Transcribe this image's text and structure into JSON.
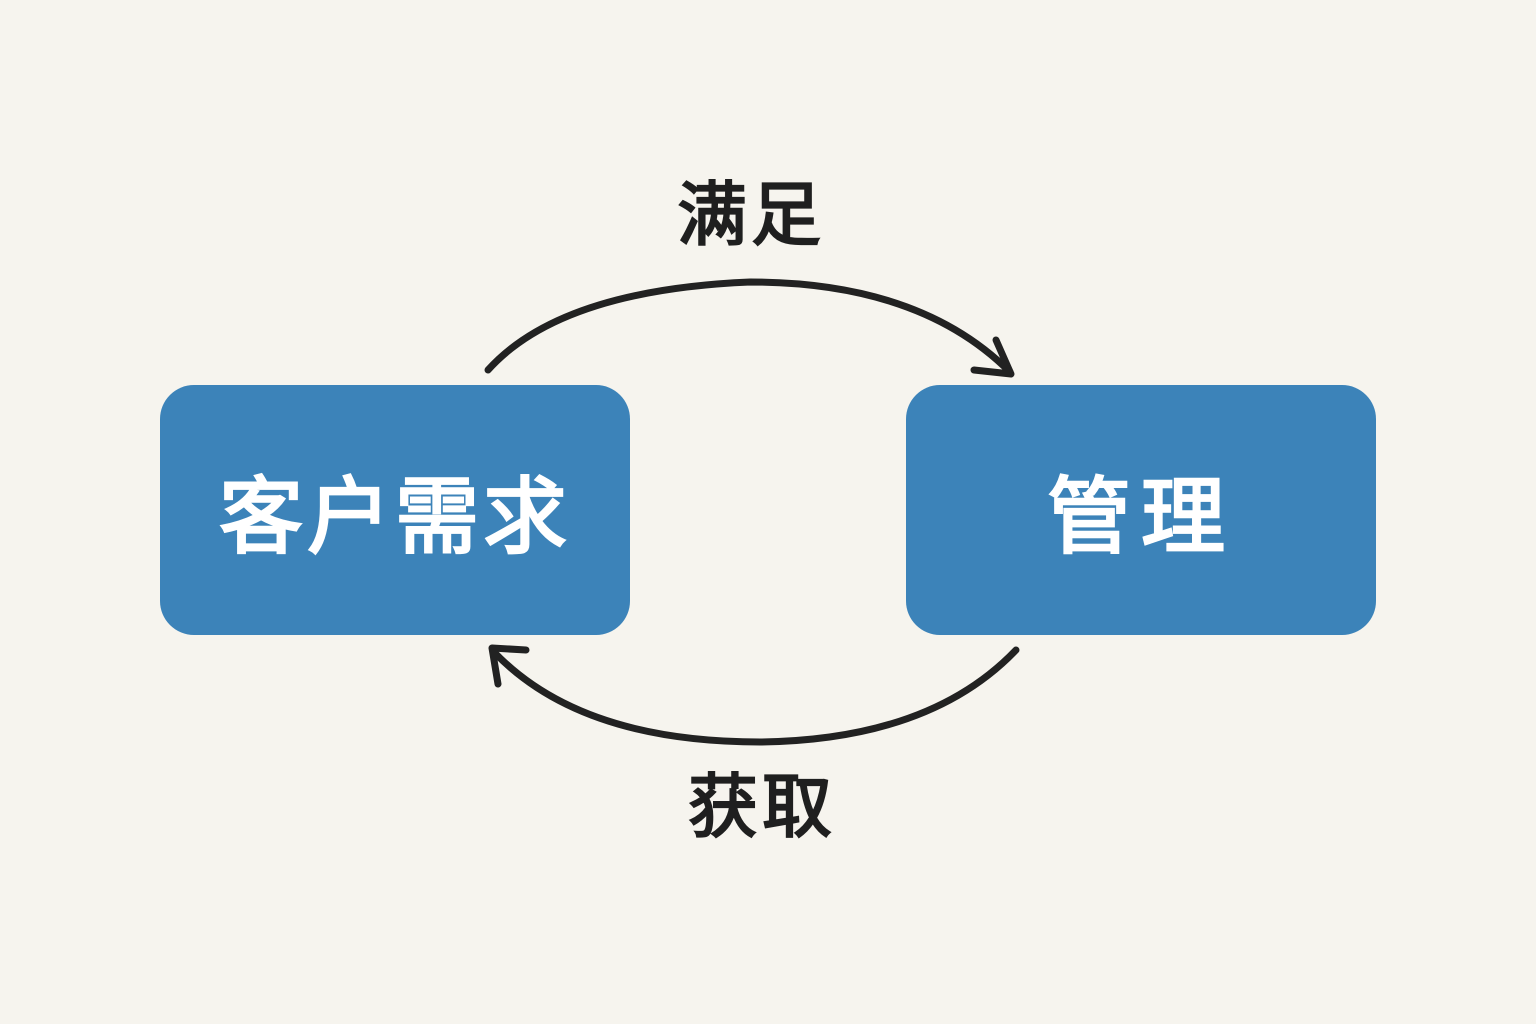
{
  "diagram": {
    "left_box": {
      "text": "客户需求"
    },
    "right_box": {
      "text": "管理"
    },
    "top_label": "满足",
    "bottom_label": "获取"
  },
  "colors": {
    "background": "#f6f4ee",
    "box_fill": "#3c83b9",
    "box_text": "#ffffff",
    "arrow": "#222222",
    "label_text": "#1f1f1f"
  }
}
